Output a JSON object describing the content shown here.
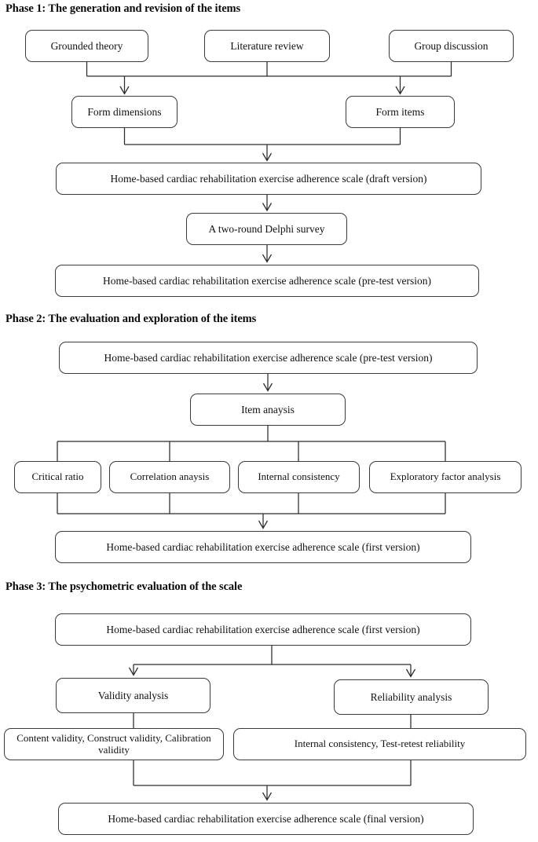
{
  "diagram": {
    "title_visible": false,
    "background": "#ffffff",
    "line_color": "#2b2b2b",
    "box_border_color": "#3a3a3a",
    "text_color": "#111111"
  },
  "phases": [
    {
      "id": "phase1",
      "heading": "Phase 1: The generation and revision of the items"
    },
    {
      "id": "phase2",
      "heading": "Phase 2: The evaluation and exploration of the items"
    },
    {
      "id": "phase3",
      "heading": "Phase 3: The psychometric evaluation of the scale"
    }
  ],
  "nodes": {
    "p1_grounded_theory": "Grounded theory",
    "p1_literature_review": "Literature review",
    "p1_group_discussion": "Group discussion",
    "p1_form_dimensions": "Form dimensions",
    "p1_form_items": "Form items",
    "p1_draft_scale": "Home-based cardiac rehabilitation exercise adherence scale (draft version)",
    "p1_delphi": "A two-round Delphi survey",
    "p1_pretest_scale": "Home-based cardiac rehabilitation exercise adherence scale (pre-test version)",
    "p2_pretest_scale": "Home-based cardiac rehabilitation exercise adherence scale (pre-test version)",
    "p2_item_analysis": "Item anaysis",
    "p2_critical_ratio": "Critical ratio",
    "p2_correlation": "Correlation anaysis",
    "p2_internal_consistency": "Internal consistency",
    "p2_efa": "Exploratory factor analysis",
    "p2_first_scale": "Home-based cardiac rehabilitation exercise adherence scale (first version)",
    "p3_first_scale": "Home-based cardiac rehabilitation exercise adherence scale (first version)",
    "p3_validity": "Validity analysis",
    "p3_reliability": "Reliability analysis",
    "p3_validity_detail": "Content validity, Construct validity, Calibration validity",
    "p3_reliability_detail": "Internal consistency, Test-retest reliability",
    "p3_final_scale": "Home-based cardiac rehabilitation exercise adherence scale (final version)"
  }
}
